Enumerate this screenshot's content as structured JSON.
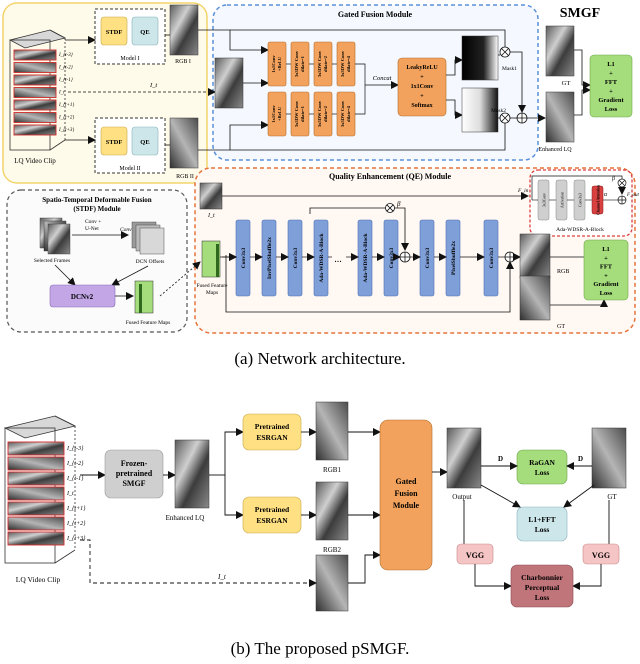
{
  "colors": {
    "orange_block": "#f2a25c",
    "blue_block": "#7f9fd9",
    "green_block": "#a5dc7c",
    "yellow_block": "#ffe183",
    "teal_block": "#cce6ea",
    "purple_block": "#c2a6e6",
    "pink_block": "#f5c4c4",
    "maroon_block": "#c0757a",
    "red_block": "#d94040",
    "gray_block": "#cfcfcf",
    "yellow_region": "#f3d46b",
    "blue_region": "#5a8fd9",
    "orange_region": "#e5743c"
  },
  "top": {
    "title": "SMGF",
    "caption": "(a)  Network architecture.",
    "lq_label": "LQ Video Clip",
    "frame_labels": [
      "I_{t-3}",
      "I_{t-2}",
      "I_{t-1}",
      "I_t",
      "I_{t+1}",
      "I_{t+2}",
      "I_{t+3}"
    ],
    "it_label": "I_t",
    "model1": {
      "stdf": "STDF",
      "qe": "QE",
      "name": "Model I",
      "rgb": "RGB I"
    },
    "model2": {
      "stdf": "STDF",
      "qe": "QE",
      "name": "Model II",
      "rgb": "RGB II"
    },
    "gfm": {
      "title": "Gated Fusion Module",
      "col1": [
        "1x1Conv",
        "+ReLU"
      ],
      "col2": [
        "3x3DW Conv",
        "dilate=1"
      ],
      "col3": [
        "3x3DW Conv",
        "dilate=2"
      ],
      "col4": [
        "3x3DW Conv",
        "dilate=4"
      ],
      "concat": "Concat",
      "leaky_lines": [
        "LeakyReLU",
        "+",
        "1x1Conv",
        "+",
        "Softmax"
      ],
      "mask1": "Mask1",
      "mask2": "Mask2",
      "gt": "GT",
      "enhanced": "Enhanced LQ",
      "loss_lines": [
        "L1",
        "+",
        "FFT",
        "+",
        "Gradient",
        "Loss"
      ]
    },
    "stdf": {
      "title_lines": [
        "Spatio-Temporal Deformable Fusion",
        "(STDF) Module"
      ],
      "conv_unet": [
        "Conv +",
        "U-Net"
      ],
      "conv": "Conv",
      "selected": "Selected Frames",
      "offsets": "DCN Offsets",
      "dcn": "DCNv2",
      "fused": "Fused Feature Maps"
    },
    "qe": {
      "title": "Quality Enhancement (QE) Module",
      "it": "I_t",
      "fused": [
        "Fused Feature",
        "Maps"
      ],
      "blocks": [
        "Conv3x3",
        "InvPixelShuffle2x",
        "Conv3x3",
        "Ada-WDSR-A-Block",
        "...",
        "Ada-WDSR-A-Block",
        "Conv3x3",
        "Conv3x3",
        "PixelShuffle2x",
        "Conv3x3"
      ],
      "beta": "β",
      "rgb": "RGB",
      "gt": "GT",
      "loss_lines": [
        "L1",
        "+",
        "FFT",
        "+",
        "Gradient",
        "Loss"
      ],
      "inset": {
        "caption": "Ada-WDSR-A-Block",
        "f_in": "F_in",
        "f_out": "F_out",
        "blocks": [
          "3x3Conv",
          "Activation",
          "Conv3x3",
          "Channel Attention"
        ],
        "alpha": "α",
        "beta": "β"
      }
    }
  },
  "bottom": {
    "caption": "(b)  The proposed pSMGF.",
    "lq_label": "LQ Video Clip",
    "frame_labels": [
      "I_{t-3}",
      "I_{t-2}",
      "I_{t-1}",
      "I_t",
      "I_{t+1}",
      "I_{t+2}",
      "I_{t+3}"
    ],
    "frozen": [
      "Frozen-",
      "pretrained",
      "SMGF"
    ],
    "enhanced": "Enhanced LQ",
    "esrgan1": [
      "Pretrained",
      "ESRGAN"
    ],
    "esrgan2": [
      "Pretrained",
      "ESRGAN"
    ],
    "rgb1": "RGB1",
    "rgb2": "RGB2",
    "gfm": [
      "Gated",
      "Fusion",
      "Module"
    ],
    "output": "Output",
    "gt": "GT",
    "d1": "D",
    "d2": "D",
    "ragan": [
      "RaGAN",
      "Loss"
    ],
    "l1fft": [
      "L1+FFT",
      "Loss"
    ],
    "vgg1": "VGG",
    "vgg2": "VGG",
    "charb": [
      "Charbonnier",
      "Perceptual",
      "Loss"
    ],
    "it": "I_t"
  }
}
